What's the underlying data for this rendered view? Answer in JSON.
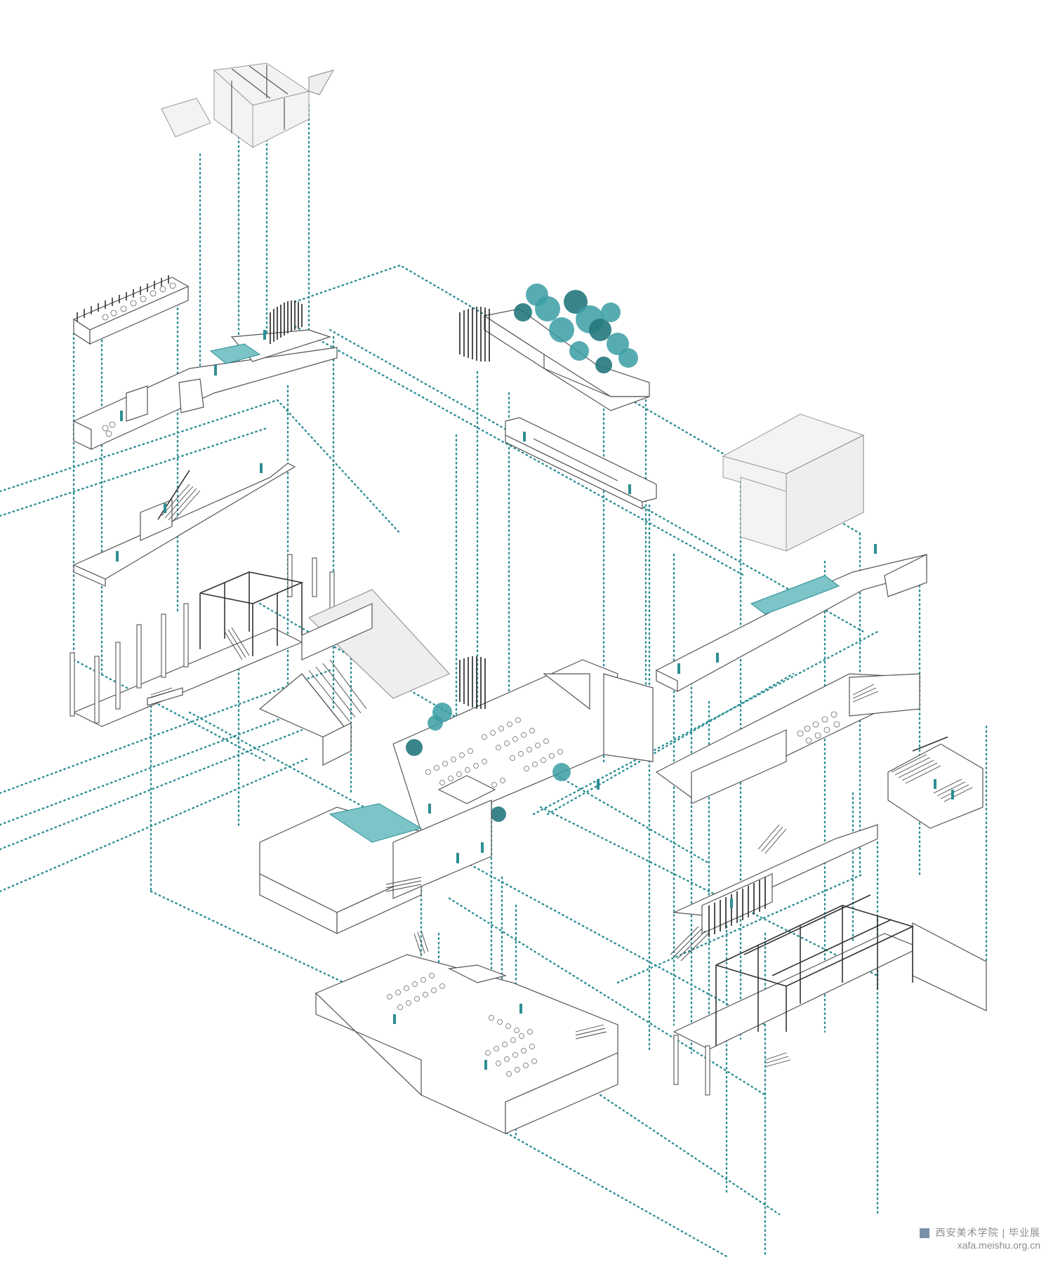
{
  "diagram": {
    "kind": "exploded-axonometric-architecture",
    "accent_color": "#2e8f94",
    "highlight_fill": "#7cc4c7",
    "line_color": "#555555"
  },
  "watermark": {
    "line1": "西安美术学院 | 毕业展",
    "line2": "xafa.meishu.org.cn",
    "icon": "school-seal-icon"
  }
}
